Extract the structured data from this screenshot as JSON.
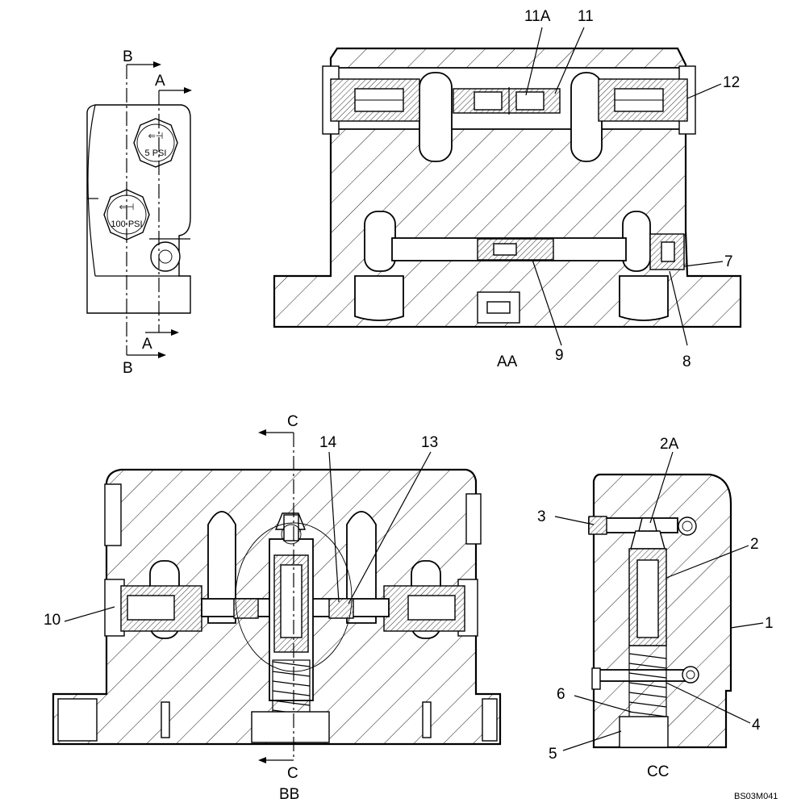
{
  "section_markers": {
    "b_top": "B",
    "a_top": "A",
    "a_bottom": "A",
    "b_bottom": "B",
    "c_top": "C",
    "c_bottom": "C"
  },
  "plug_labels": {
    "upper": "5 PSI",
    "lower": "100 PSI"
  },
  "views": {
    "aa": "AA",
    "bb": "BB",
    "cc": "CC"
  },
  "callouts": {
    "c11a": "11A",
    "c11": "11",
    "c12": "12",
    "c7": "7",
    "c8": "8",
    "c9": "9",
    "c14": "14",
    "c13": "13",
    "c10": "10",
    "c2a": "2A",
    "c3": "3",
    "c2": "2",
    "c1": "1",
    "c6": "6",
    "c4": "4",
    "c5": "5"
  },
  "drawing_code": "BS03M041"
}
